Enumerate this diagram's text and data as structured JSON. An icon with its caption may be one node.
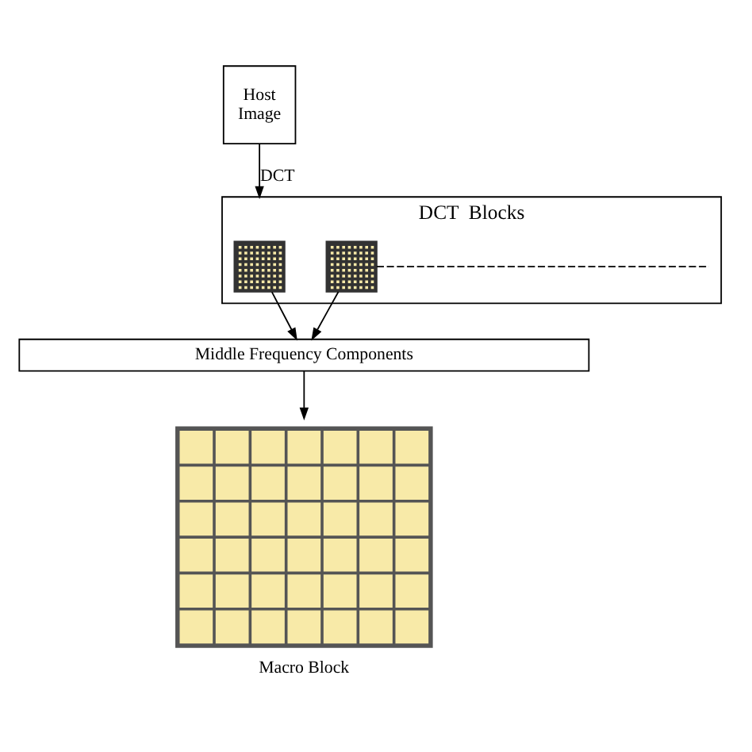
{
  "diagram": {
    "nodes": [
      {
        "text": [
          "Host Image"
        ]
      },
      {
        "text": [
          "DCT  Blocks"
        ]
      },
      {
        "text": [],
        "shape": "box",
        "in": 1
      },
      {
        "text": [],
        "shape": "box",
        "in": 1
      },
      {
        "text": [
          "Middle Frequency Components"
        ]
      },
      {
        "text": [
          "Macro Block"
        ]
      }
    ],
    "edges": [
      {
        "from": 0,
        "to": 1,
        "arrow": "to",
        "label": "DCT"
      },
      {
        "from": 2,
        "to": 4,
        "arrow": "to"
      },
      {
        "from": 3,
        "to": 4,
        "arrow": "to"
      },
      {
        "from": 3,
        "to": null,
        "arrow": "none",
        "style": "dashed"
      },
      {
        "from": 4,
        "to": 5,
        "arrow": "to"
      }
    ]
  }
}
